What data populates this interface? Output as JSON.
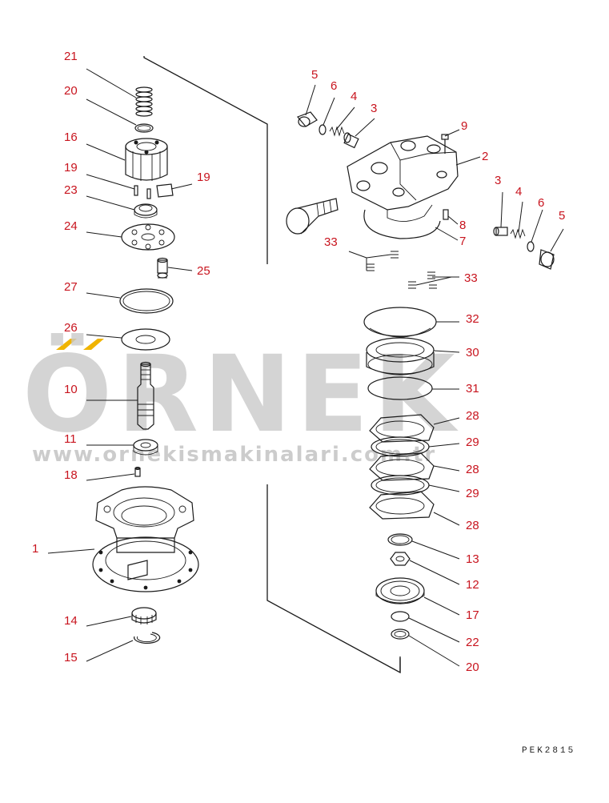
{
  "watermark": {
    "brand": "ÖRNEK",
    "url": "www.ornekismakinalari.com.tr",
    "accent_color": "#f0b400"
  },
  "drawing_code": "PEK2815",
  "callouts": [
    "21",
    "20",
    "16",
    "19",
    "19",
    "23",
    "24",
    "25",
    "27",
    "26",
    "10",
    "11",
    "18",
    "1",
    "14",
    "15",
    "5",
    "6",
    "4",
    "3",
    "9",
    "2",
    "3",
    "4",
    "6",
    "5",
    "8",
    "7",
    "33",
    "33",
    "32",
    "30",
    "31",
    "28",
    "29",
    "28",
    "29",
    "28",
    "13",
    "12",
    "17",
    "22",
    "20"
  ]
}
